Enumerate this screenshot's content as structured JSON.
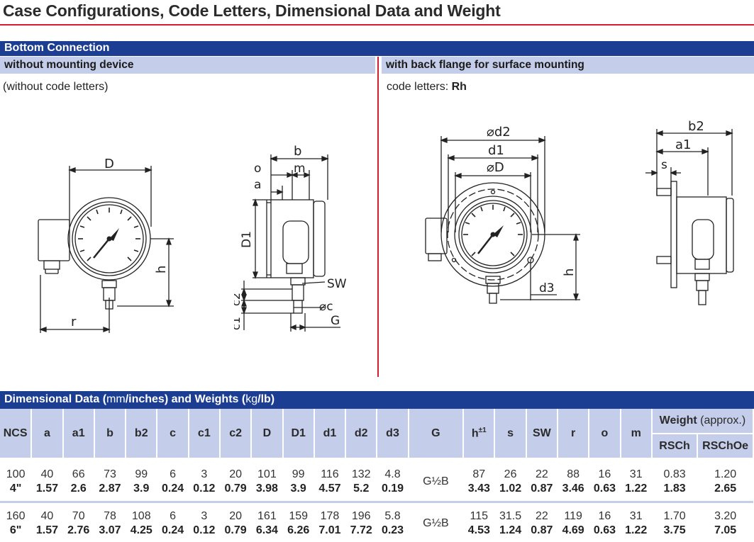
{
  "page_title": "Case Configurations, Code Letters, Dimensional Data and Weight",
  "section_title": "Bottom Connection",
  "left_panel": {
    "header": "without mounting device",
    "note": "(without code letters)",
    "front_view": {
      "D": "D",
      "h": "h",
      "r": "r"
    },
    "side_view": {
      "b": "b",
      "o": "o",
      "m": "m",
      "a": "a",
      "D1": "D1",
      "SW": "SW",
      "c2": "c2",
      "c1": "c1",
      "c": "⌀c",
      "G": "G"
    }
  },
  "right_panel": {
    "header": "with back flange for surface mounting",
    "note_prefix": "code letters: ",
    "note_code": "Rh",
    "front_view": {
      "d2": "⌀d2",
      "d1": "d1",
      "D": "⌀D",
      "h": "h",
      "d3": "d3"
    },
    "side_view": {
      "b2": "b2",
      "a1": "a1",
      "s": "s"
    }
  },
  "dimensional_data": {
    "title_bold": "Dimensional Data (",
    "title_mm": "mm",
    "title_slash": "/",
    "title_inches": "inches",
    "title_mid": ") and Weights (",
    "title_kg": "kg",
    "title_slash2": "/",
    "title_lb": "lb",
    "title_end": ")",
    "columns": [
      "NCS",
      "a",
      "a1",
      "b",
      "b2",
      "c",
      "c1",
      "c2",
      "D",
      "D1",
      "d1",
      "d2",
      "d3",
      "G",
      "h",
      "s",
      "SW",
      "r",
      "o",
      "m"
    ],
    "h_superscript": "±1",
    "weight_header": "Weight",
    "weight_header_note": " (approx.)",
    "weight_columns": [
      "RSCh",
      "RSChOe"
    ],
    "rows": [
      {
        "mm": [
          "100",
          "40",
          "66",
          "73",
          "99",
          "6",
          "3",
          "20",
          "101",
          "99",
          "116",
          "132",
          "4.8",
          "G½B",
          "87",
          "26",
          "22",
          "88",
          "16",
          "31",
          "0.83",
          "1.20"
        ],
        "in": [
          "4\"",
          "1.57",
          "2.6",
          "2.87",
          "3.9",
          "0.24",
          "0.12",
          "0.79",
          "3.98",
          "3.9",
          "4.57",
          "5.2",
          "0.19",
          "",
          "3.43",
          "1.02",
          "0.87",
          "3.46",
          "0.63",
          "1.22",
          "1.83",
          "2.65"
        ]
      },
      {
        "mm": [
          "160",
          "40",
          "70",
          "78",
          "108",
          "6",
          "3",
          "20",
          "161",
          "159",
          "178",
          "196",
          "5.8",
          "G½B",
          "115",
          "31.5",
          "22",
          "119",
          "16",
          "31",
          "1.70",
          "3.20"
        ],
        "in": [
          "6\"",
          "1.57",
          "2.76",
          "3.07",
          "4.25",
          "0.24",
          "0.12",
          "0.79",
          "6.34",
          "6.26",
          "7.01",
          "7.72",
          "0.23",
          "",
          "4.53",
          "1.24",
          "0.87",
          "4.69",
          "0.63",
          "1.22",
          "3.75",
          "7.05"
        ]
      }
    ]
  },
  "colors": {
    "accent_red": "#d11f2f",
    "header_blue": "#1c3e92",
    "header_light": "#c4cde9"
  }
}
